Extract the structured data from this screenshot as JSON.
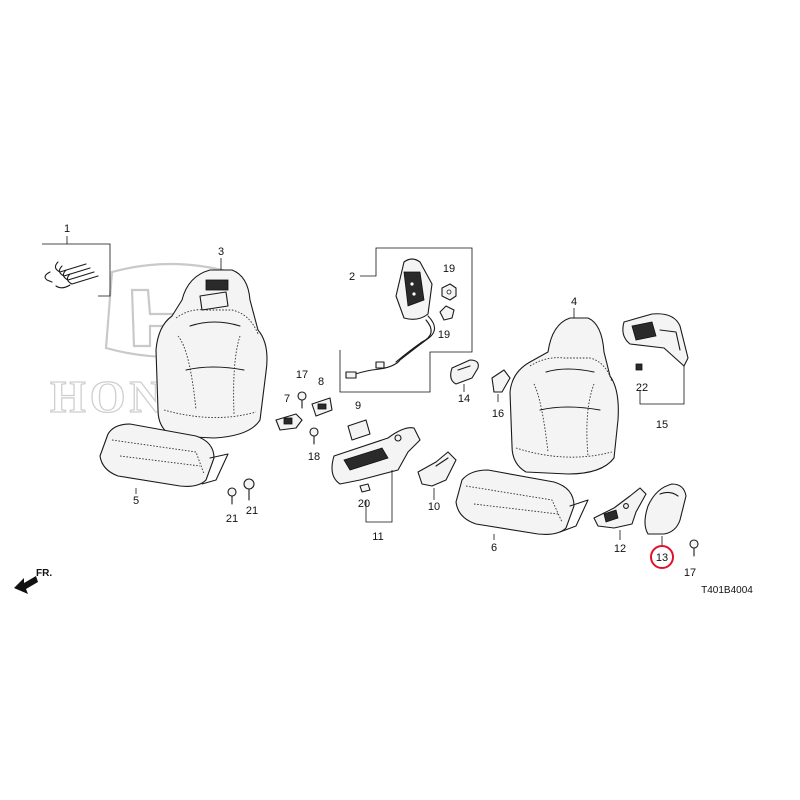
{
  "watermark": {
    "brand": "HONDA"
  },
  "diagram_code": "T401B4004",
  "front_indicator": "FR.",
  "callouts": {
    "c1": "1",
    "c2": "2",
    "c3": "3",
    "c4": "4",
    "c5": "5",
    "c6": "6",
    "c7": "7",
    "c8": "8",
    "c9": "9",
    "c10": "10",
    "c11": "11",
    "c12": "12",
    "c13": "13",
    "c14": "14",
    "c15": "15",
    "c16": "16",
    "c17a": "17",
    "c17b": "17",
    "c18": "18",
    "c19a": "19",
    "c19b": "19",
    "c20": "20",
    "c21a": "21",
    "c21b": "21",
    "c22": "22"
  },
  "highlighted_callout": "13",
  "colors": {
    "line": "#1a1a1a",
    "highlight": "#e0102a",
    "watermark": "#c9c9c9"
  }
}
